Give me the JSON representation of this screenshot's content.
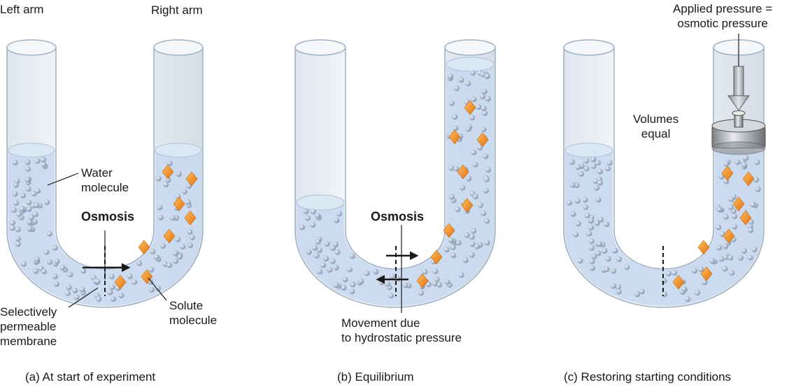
{
  "panel_a": {
    "left_arm": "Left arm",
    "right_arm": "Right arm",
    "water_line1": "Water",
    "water_line2": "molecule",
    "osmosis": "Osmosis",
    "membrane_line1": "Selectively",
    "membrane_line2": "permeable",
    "membrane_line3": "membrane",
    "solute_line1": "Solute",
    "solute_line2": "molecule",
    "caption": "(a) At start of experiment"
  },
  "panel_b": {
    "osmosis": "Osmosis",
    "movement_line1": "Movement due",
    "movement_line2": "to hydrostatic pressure",
    "caption": "(b) Equilibrium"
  },
  "panel_c": {
    "applied_line1": "Applied pressure =",
    "applied_line2": "osmotic pressure",
    "volumes_line1": "Volumes",
    "volumes_line2": "equal",
    "caption": "(c) Restoring starting conditions"
  },
  "colors": {
    "liquid": "#c9d9ef",
    "glass_edge": "#9fb0c4",
    "water_molecule": "#8fa3bd",
    "solute": "#f08a1c",
    "arrow": "#1a1a1a"
  }
}
